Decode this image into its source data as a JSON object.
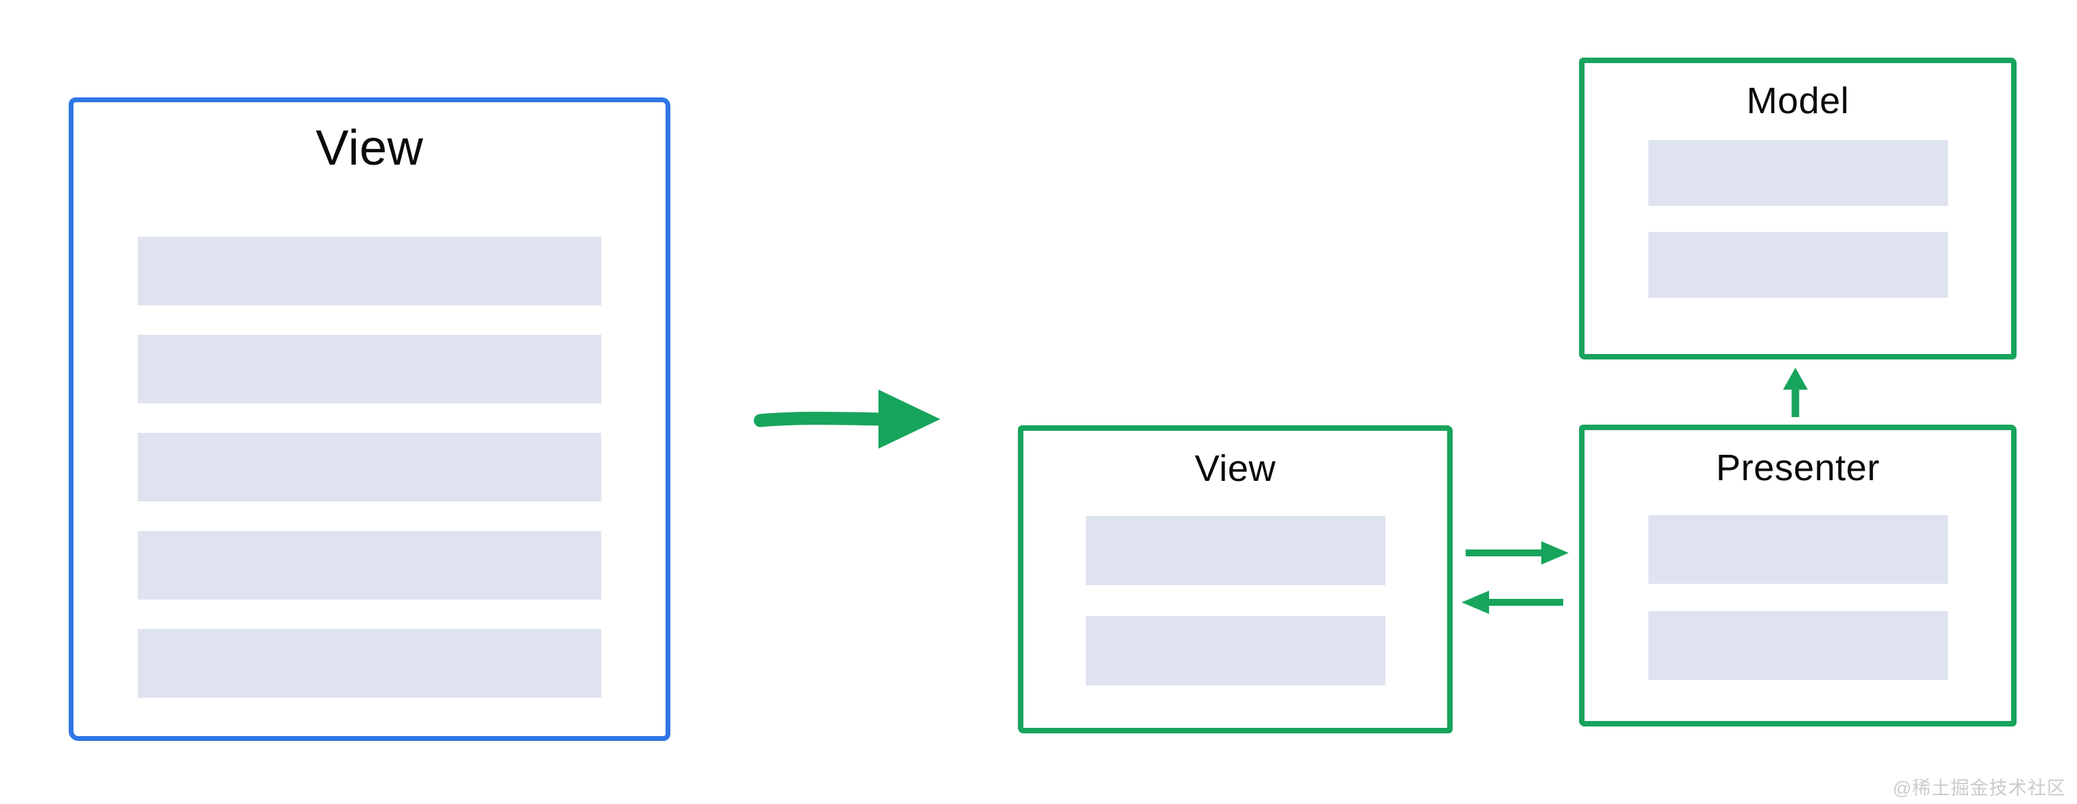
{
  "page": {
    "background": "#ffffff",
    "watermark": "@稀土掘金技术社区"
  },
  "colors": {
    "blue": "#2E76E6",
    "green": "#17A45C",
    "bar": "#DEE3EF",
    "text": "#0a0a0a",
    "watermark": "#CBCBCB"
  },
  "diagram": {
    "before": {
      "title": "View",
      "bars": 5,
      "border": "blue"
    },
    "transform_arrow": {
      "direction": "right"
    },
    "after": {
      "model": {
        "title": "Model",
        "bars": 2,
        "border": "green"
      },
      "view": {
        "title": "View",
        "bars": 2,
        "border": "green"
      },
      "presenter": {
        "title": "Presenter",
        "bars": 2,
        "border": "green"
      }
    },
    "relations": [
      {
        "from": "view",
        "to": "presenter",
        "direction": "right"
      },
      {
        "from": "presenter",
        "to": "view",
        "direction": "left"
      },
      {
        "from": "presenter",
        "to": "model",
        "direction": "up"
      }
    ]
  }
}
